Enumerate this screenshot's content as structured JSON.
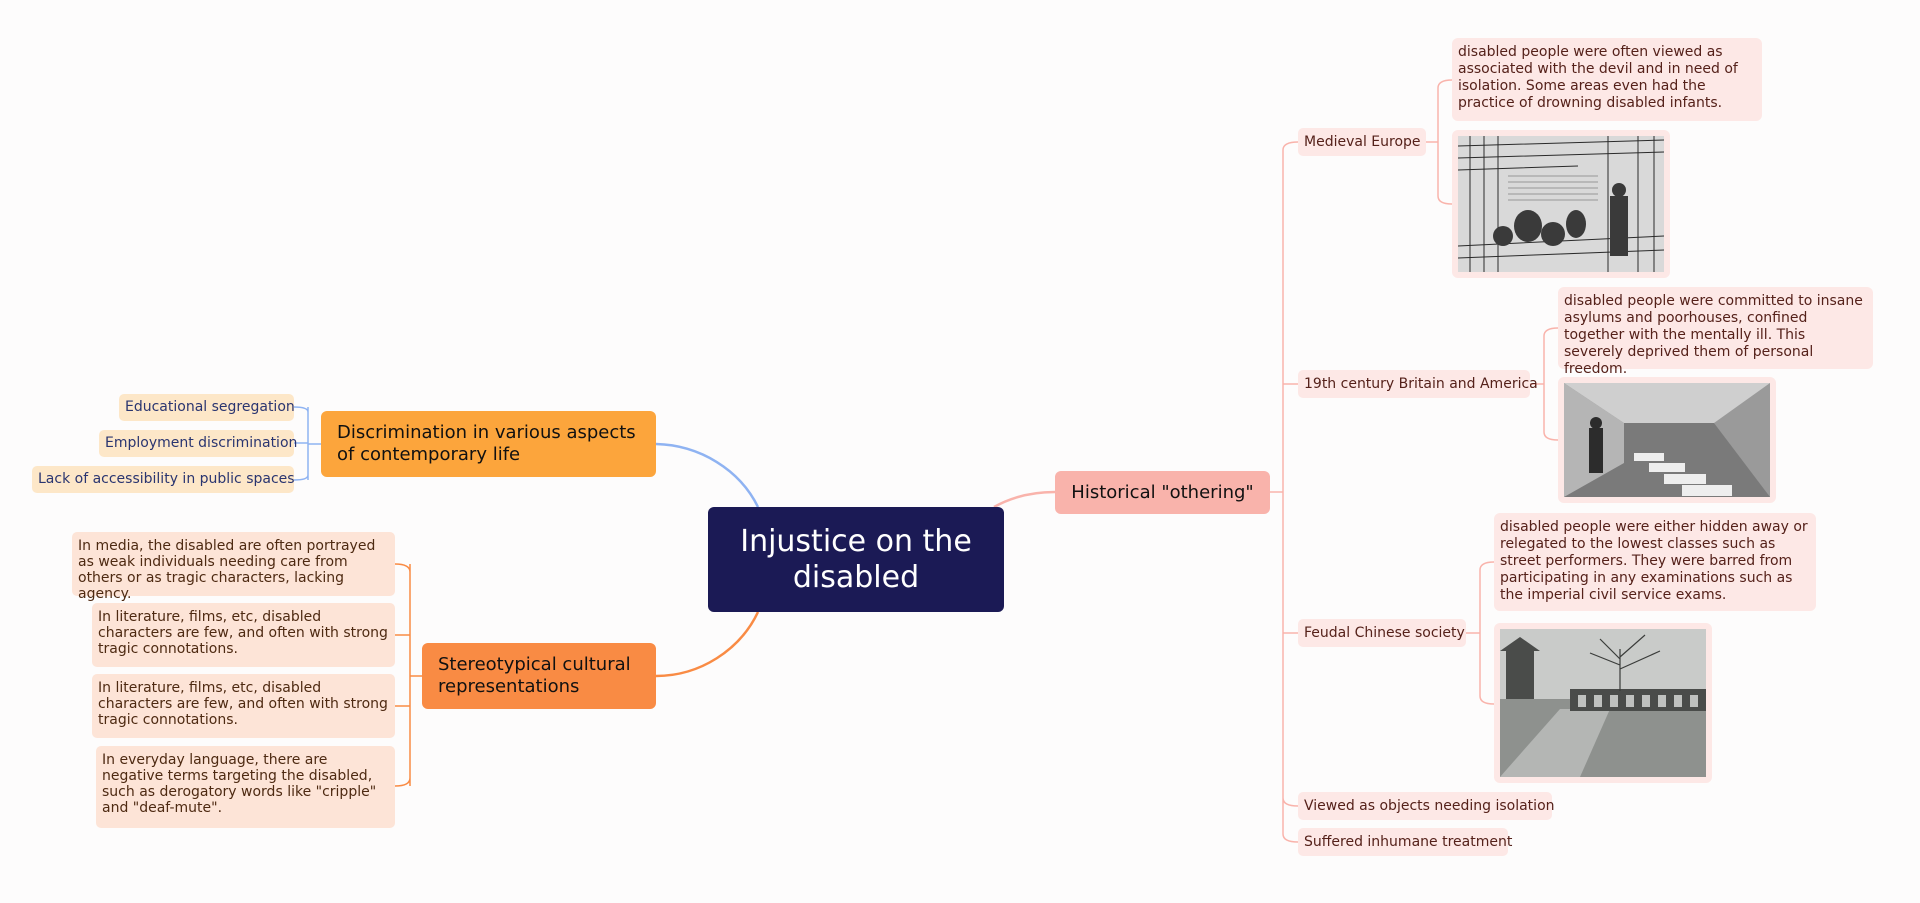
{
  "center": {
    "title": "Injustice on the disabled"
  },
  "discrimination": {
    "label": "Discrimination in various aspects of contemporary life",
    "items": [
      "Educational segregation",
      "Employment discrimination",
      "Lack of accessibility in public spaces"
    ]
  },
  "stereotypes": {
    "label": "Stereotypical cultural representations",
    "items": [
      "In media, the disabled are often portrayed as weak individuals needing care from others or as tragic characters, lacking agency.",
      "In literature, films, etc, disabled characters are few, and often with strong tragic connotations.",
      "In literature, films, etc, disabled characters are few, and often with strong tragic connotations.",
      "In everyday language, there are negative terms targeting the disabled, such as derogatory words like \"cripple\" and \"deaf-mute\"."
    ]
  },
  "historical": {
    "label": "Historical \"othering\"",
    "medieval": {
      "label": "Medieval Europe",
      "note": "disabled people were often viewed as associated with the devil and in need of isolation. Some areas even had the practice of drowning disabled infants."
    },
    "britain": {
      "label": "19th century Britain and America",
      "note": "disabled people were committed to insane asylums and poorhouses, confined together with the mentally ill. This severely deprived them of personal freedom."
    },
    "chinese": {
      "label": "Feudal Chinese society",
      "note": "disabled people were either hidden away or relegated to the lowest classes such as street performers. They were barred from participating in any examinations such as the imperial civil service exams."
    },
    "isolation": "Viewed as objects needing isolation",
    "inhumane": "Suffered inhumane treatment"
  },
  "colors": {
    "center": "#1b1a55",
    "discrimination": "#fca53c",
    "stereotypes": "#f98b44",
    "historical": "#f9b3ab"
  }
}
